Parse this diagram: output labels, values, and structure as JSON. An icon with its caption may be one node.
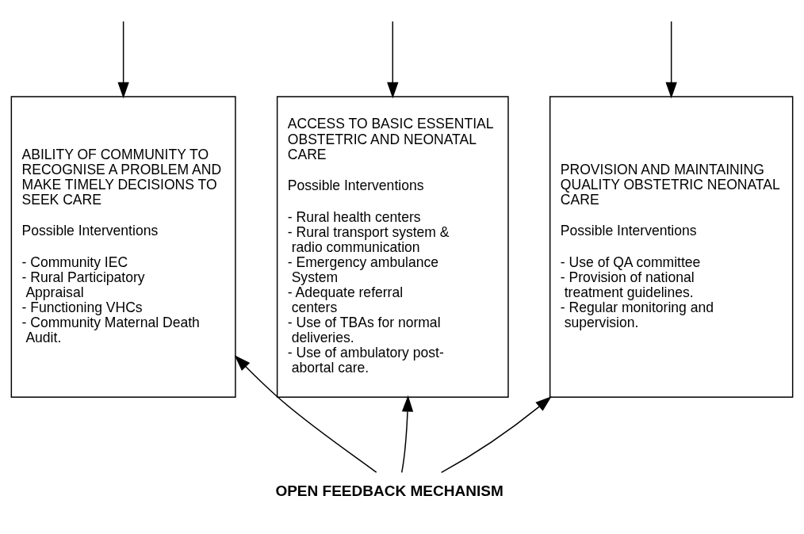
{
  "diagram": {
    "nodes": [
      {
        "text": [
          "ABILITY OF COMMUNITY TO RECOGNISE A PROBLEM AND MAKE TIMELY DECISIONS TO SEEK CARE",
          "Possible Interventions",
          "- Community IEC",
          "- Rural Participatory Appraisal",
          "- Functioning VHCs",
          "- Community Maternal Death Audit."
        ]
      },
      {
        "text": [
          "ACCESS TO BASIC ESSENTIAL OBSTETRIC AND NEONATAL CARE",
          "Possible Interventions",
          "- Rural health centers",
          "- Rural transport system & radio communication",
          "- Emergency ambulance System",
          "- Adequate referral centers",
          "- Use of TBAs for normal deliveries.",
          "- Use of ambulatory post-abortal care."
        ]
      },
      {
        "text": [
          "PROVISION AND MAINTAINING QUALITY OBSTETRIC NEONATAL CARE",
          "Possible Interventions",
          "- Use of QA committee",
          "- Provision of national treatment guidelines.",
          "- Regular monitoring and supervision."
        ]
      },
      {
        "text": [
          "OPEN FEEDBACK MECHANISM"
        ]
      }
    ],
    "edges": [
      {
        "from": null,
        "to": 0,
        "arrow": "to"
      },
      {
        "from": null,
        "to": 1,
        "arrow": "to"
      },
      {
        "from": null,
        "to": 2,
        "arrow": "to"
      },
      {
        "from": 3,
        "to": 0,
        "arrow": "to"
      },
      {
        "from": 3,
        "to": 1,
        "arrow": "to"
      },
      {
        "from": 3,
        "to": 2,
        "arrow": "to"
      }
    ]
  }
}
